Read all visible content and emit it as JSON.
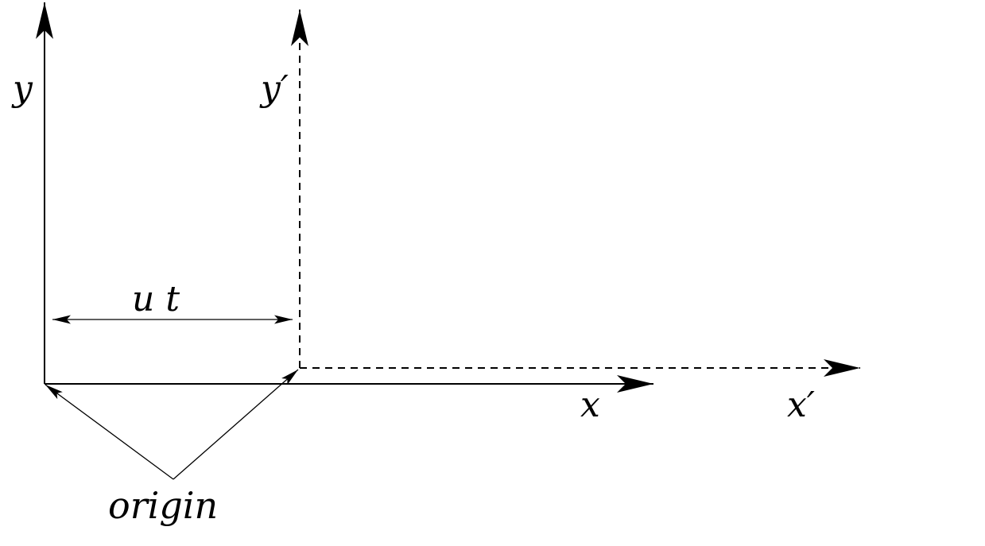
{
  "colors": {
    "ink": "#000000",
    "background": "#ffffff"
  },
  "labels": {
    "y": "y",
    "y_prime": "y′",
    "x": "x",
    "x_prime": "x′",
    "ut": "u t",
    "origin": "origin"
  }
}
